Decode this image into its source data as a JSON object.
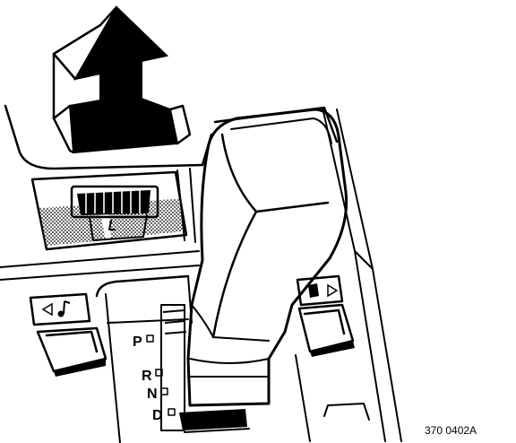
{
  "gear_positions": [
    "P",
    "R",
    "N",
    "D"
  ],
  "reference_code": "370 0402A",
  "icons": [
    "arrow-up-left-icon",
    "left-triangle-icon",
    "right-triangle-icon",
    "note-icon"
  ],
  "colors": {
    "line": "#000000",
    "background": "#ffffff",
    "shading": "#b0b0b0"
  }
}
